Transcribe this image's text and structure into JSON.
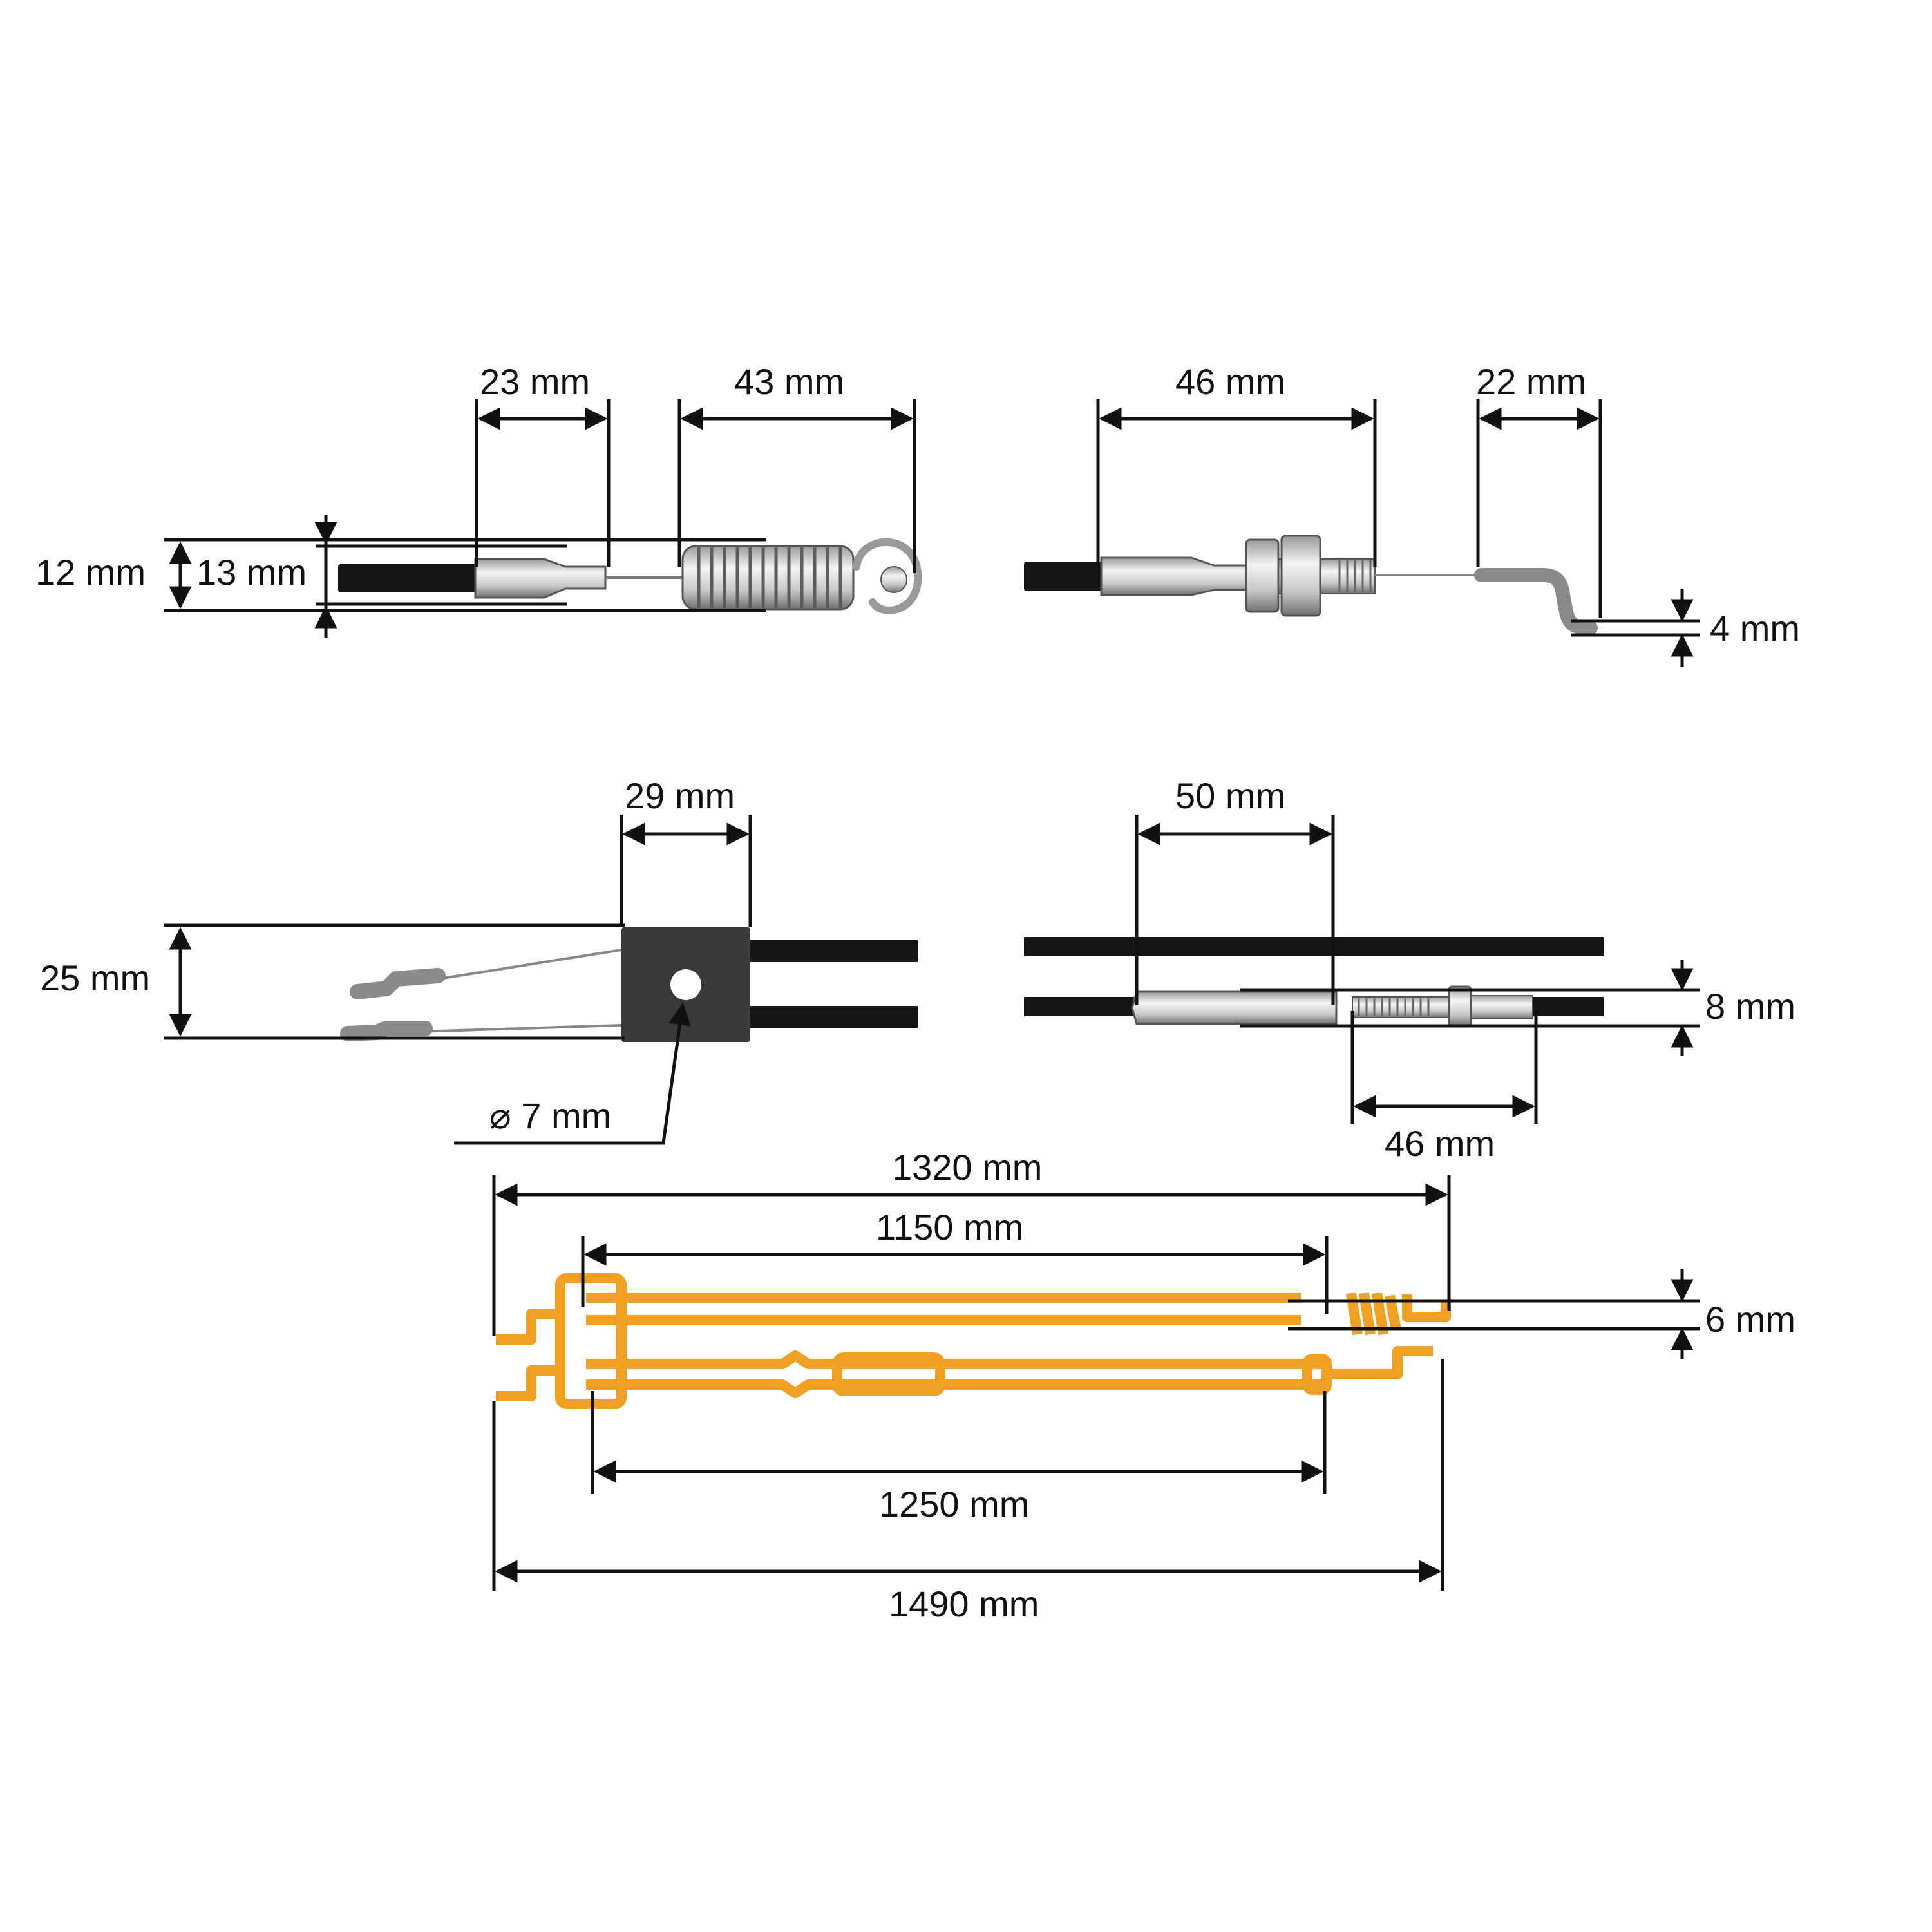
{
  "colors": {
    "cable": "#151515",
    "metal_light": "#e6e6e6",
    "metal_dark": "#7a7a7a",
    "block": "#3a3a3a",
    "outline_drawing": "#f0a023",
    "dimension_line": "#111111"
  },
  "detail_top_left": {
    "dims": [
      "12 mm",
      "13 mm",
      "23 mm",
      "43 mm"
    ]
  },
  "detail_top_right": {
    "dims": [
      "46 mm",
      "22 mm",
      "4 mm"
    ]
  },
  "detail_mid_left": {
    "dims": [
      "29 mm",
      "25 mm",
      "⌀ 7 mm"
    ]
  },
  "detail_mid_right": {
    "dims": [
      "50 mm",
      "8 mm",
      "46 mm"
    ]
  },
  "overview": {
    "dims": [
      "1320 mm",
      "1150 mm",
      "6 mm",
      "1250 mm",
      "1490 mm"
    ]
  }
}
